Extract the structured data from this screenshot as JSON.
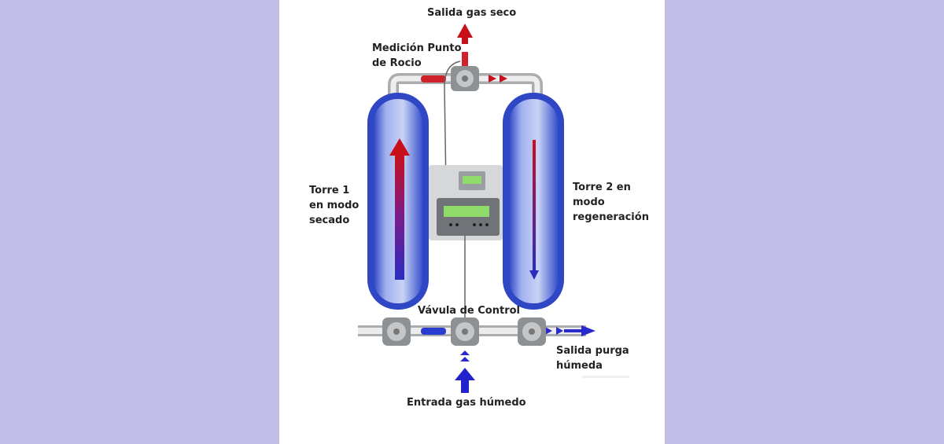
{
  "labels": {
    "salida_gas_seco": "Salida gas seco",
    "medicion_punto_rocio_line1": "Medición Punto",
    "medicion_punto_rocio_line2": "de Rocio",
    "torre1_line1": "Torre 1",
    "torre1_line2": "en modo",
    "torre1_line3": "secado",
    "torre2_line1": "Torre 2 en",
    "torre2_line2": "modo",
    "torre2_line3": "regeneración",
    "valvula_control": "Vávula de Control",
    "salida_purga_line1": "Salida purga",
    "salida_purga_line2": "húmeda",
    "entrada_gas": "Entrada gas húmedo"
  },
  "colors": {
    "background": "#c1bfe7",
    "panel": "#ffffff",
    "tower_blue": "#4a63d6",
    "dry_gas_red": "#c0111b",
    "wet_gas_blue": "#2222cc",
    "valve_grey": "#8e9194",
    "display_green": "#8fdc6a"
  }
}
